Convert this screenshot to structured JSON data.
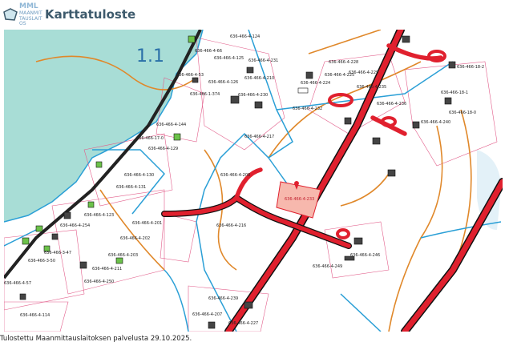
{
  "header": {
    "logo_text": "MML",
    "logo_subtext": "MAANMITTAUSLAITOS",
    "title": "Karttatuloste"
  },
  "map": {
    "area_label": "1.1",
    "colors": {
      "water": "#a8ddd6",
      "road": "#e0202e",
      "stream": "#2a9fd6",
      "contour": "#e0882a",
      "parcel": "#e25d8a",
      "target_fill": "#f7b8ad"
    },
    "parcel_labels": [
      "636-466-4-124",
      "636-466-4-66",
      "636-466-4-53",
      "636-466-4-125",
      "636-466-4-231",
      "636-466-4-126",
      "636-466-1-374",
      "636-466-4-210",
      "636-466-4-230",
      "636-466-4-228",
      "636-466-4-229",
      "636-466-4-224",
      "636-466-4-225",
      "636-466-4-232",
      "636-466-4-235",
      "636-466-4-236",
      "636-466-4-240",
      "636-466-18-2",
      "636-466-18-1",
      "636-466-18-0",
      "636-466-4-144",
      "636-466-17-0",
      "636-466-4-129",
      "636-466-4-217",
      "636-466-4-208",
      "636-466-4-233",
      "636-466-4-216",
      "636-466-4-201",
      "636-466-4-202",
      "636-466-4-203",
      "636-466-4-250",
      "636-466-4-249",
      "636-466-4-246",
      "636-466-4-239",
      "636-466-4-227",
      "636-466-4-114",
      "636-466-3-47",
      "636-466-3-50",
      "636-466-4-57",
      "636-466-4-130",
      "636-466-4-131",
      "636-466-4-254",
      "636-466-4-123",
      "636-466-4-211",
      "636-466-4-207"
    ]
  },
  "footer": {
    "text": "Tulostettu Maanmittauslaitoksen palvelusta 29.10.2025."
  }
}
